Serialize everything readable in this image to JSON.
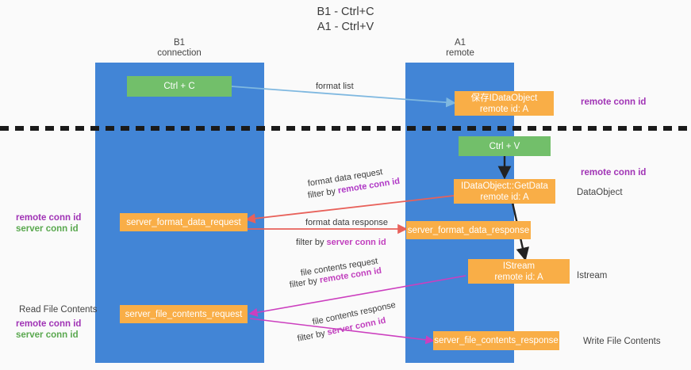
{
  "title": {
    "line1": "B1 - Ctrl+C",
    "line2": "A1 - Ctrl+V"
  },
  "lanes": [
    {
      "name": "B1",
      "sub": "connection"
    },
    {
      "name": "A1",
      "sub": "remote"
    }
  ],
  "nodes": {
    "ctrl_c": "Ctrl + C",
    "ctrl_v": "Ctrl + V",
    "idataobject_title": "保存IDataObject",
    "idataobject_sub": "remote id: A",
    "getdata_title": "IDataObject::GetData",
    "getdata_sub": "remote id: A",
    "istream_title": "IStream",
    "istream_sub": "remote id: A",
    "server_format_data_request": "server_format_data_request",
    "server_format_data_response": "server_format_data_response",
    "server_file_contents_request": "server_file_contents_request",
    "server_file_contents_response": "server_file_contents_response"
  },
  "edges": {
    "format_list": "format list",
    "format_data_request": "format data request",
    "format_data_request_filter_prefix": "filter by ",
    "format_data_request_filter_key": "remote conn id",
    "format_data_response": "format data response",
    "format_data_response_filter_prefix": "filter by ",
    "format_data_response_filter_key": "server conn id",
    "file_contents_request": "file contents request",
    "file_contents_request_filter_prefix": "filter by ",
    "file_contents_request_filter_key": "remote conn id",
    "file_contents_response": "file contents response",
    "file_contents_response_filter_prefix": "filter by ",
    "file_contents_response_filter_key": "server conn id"
  },
  "annotations": {
    "right_remote_conn_id_1": "remote conn id",
    "right_remote_conn_id_2": "remote conn id",
    "right_dataobject": "DataObject",
    "right_istream": "Istream",
    "right_write_file_contents": "Write File Contents",
    "left_remote_conn_id_1": "remote conn id",
    "left_server_conn_id_1": "server conn id",
    "left_read_file_contents": "Read File Contents",
    "left_remote_conn_id_2": "remote conn id",
    "left_server_conn_id_2": "server conn id"
  },
  "colors": {
    "lane": "#4285d6",
    "green_node": "#72bf6a",
    "orange_node": "#f9ae47",
    "purple": "#a033b5",
    "green_text": "#5aa84f",
    "red_arrow": "#e8615a",
    "magenta_arrow": "#cc3fbf",
    "lightblue_arrow": "#7fb8e0",
    "black_arrow": "#222222",
    "divider": "#1a1a1a",
    "background": "#fafafa"
  }
}
